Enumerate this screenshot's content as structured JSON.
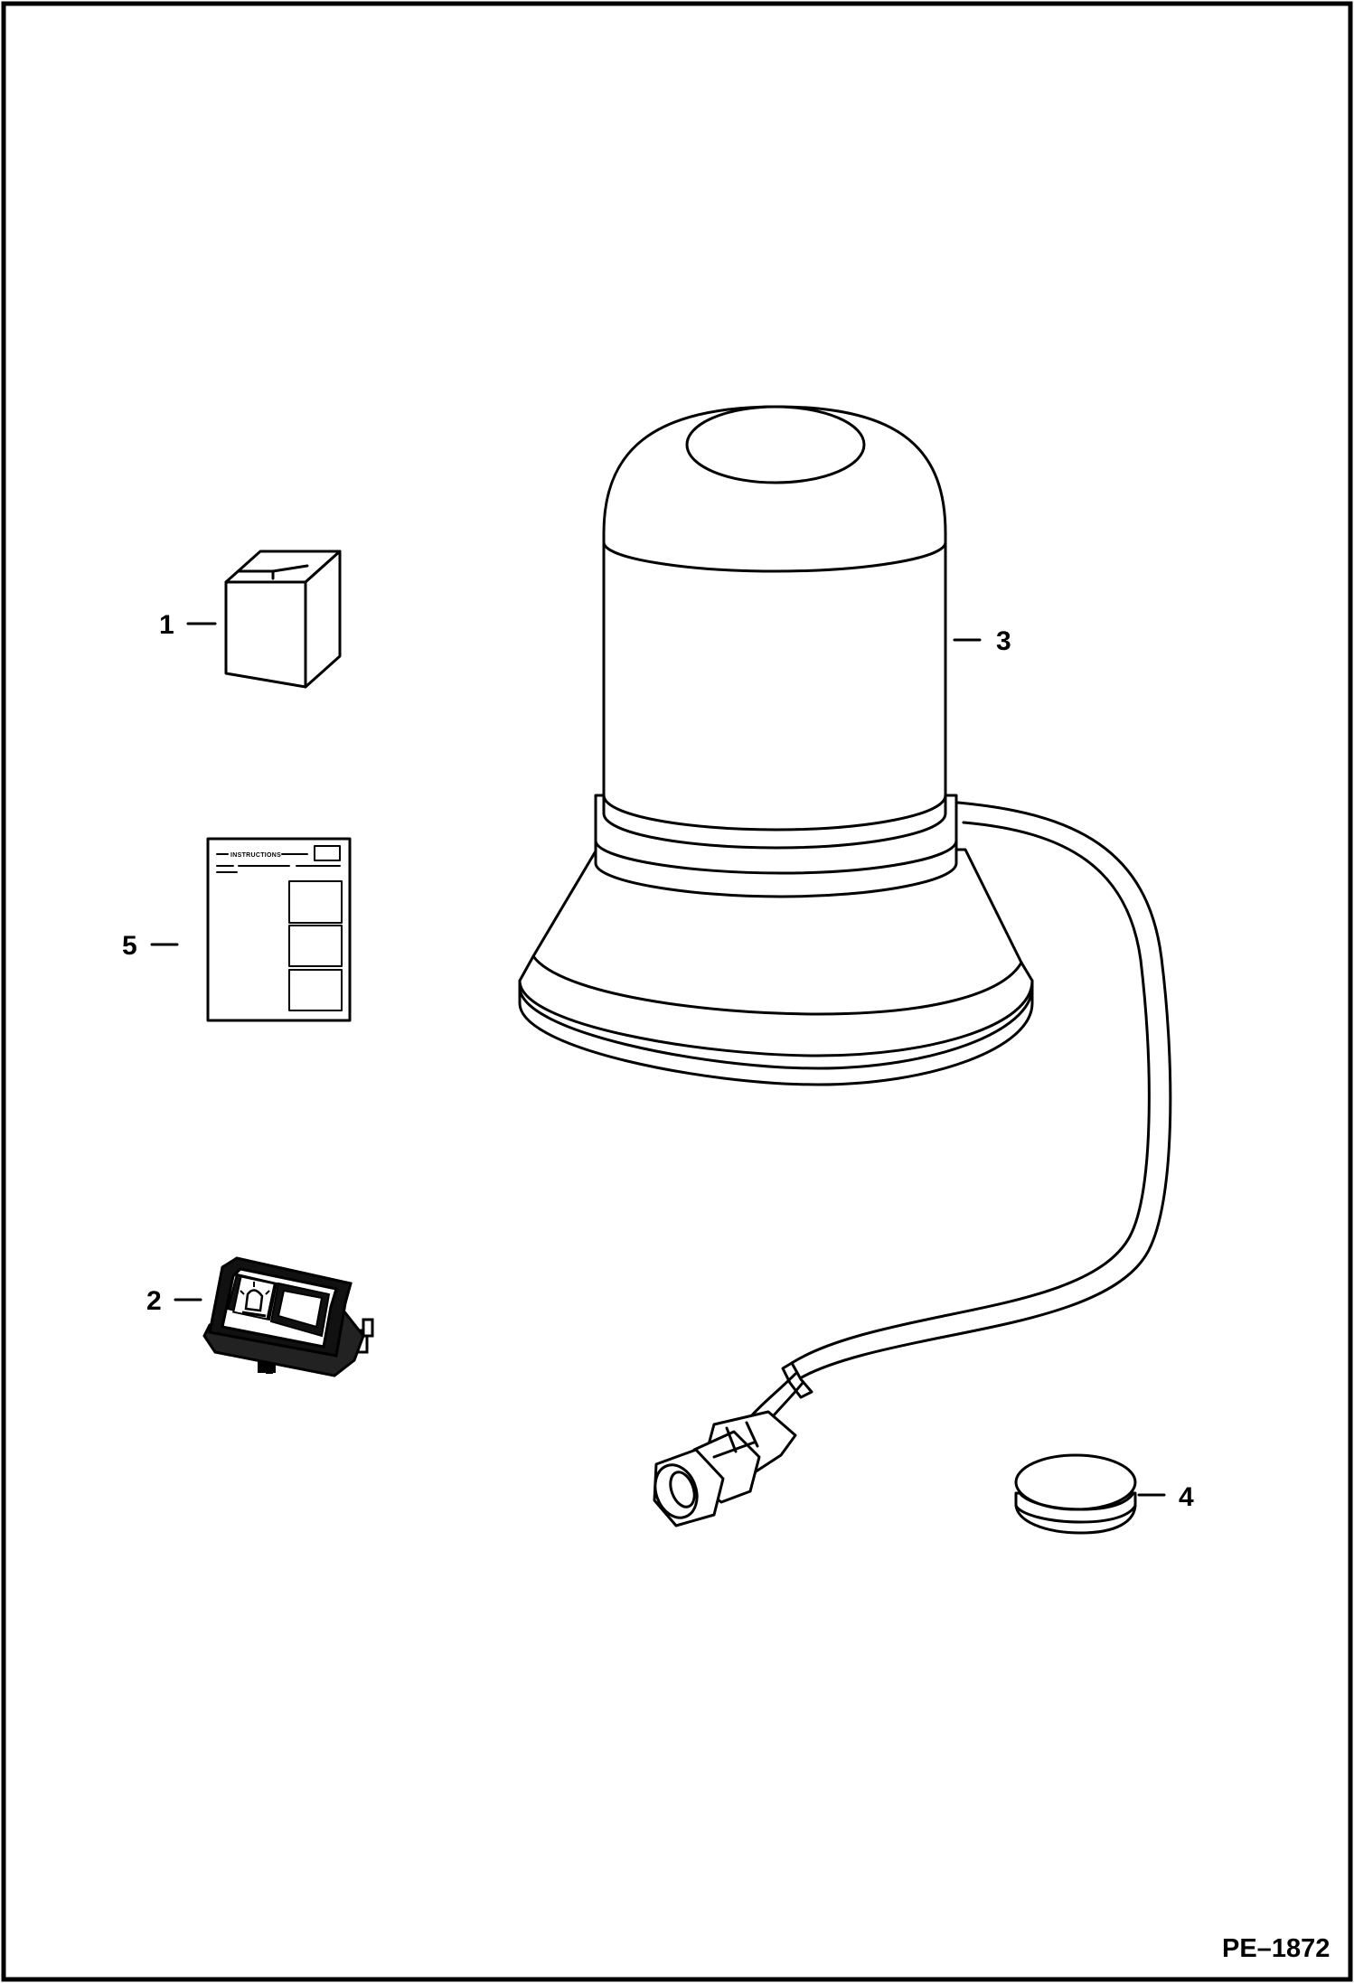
{
  "figure_id": "PE–1872",
  "callouts": {
    "c1": "1",
    "c2": "2",
    "c3": "3",
    "c4": "4",
    "c5": "5"
  },
  "instruction_sheet": {
    "heading": "INSTRUCTIONS"
  },
  "colors": {
    "line": "#000000",
    "background": "#ffffff",
    "switch_body": "#1a1a1a"
  },
  "icons": {
    "beacon_icon_on_switch": "beacon-lamp-icon"
  }
}
